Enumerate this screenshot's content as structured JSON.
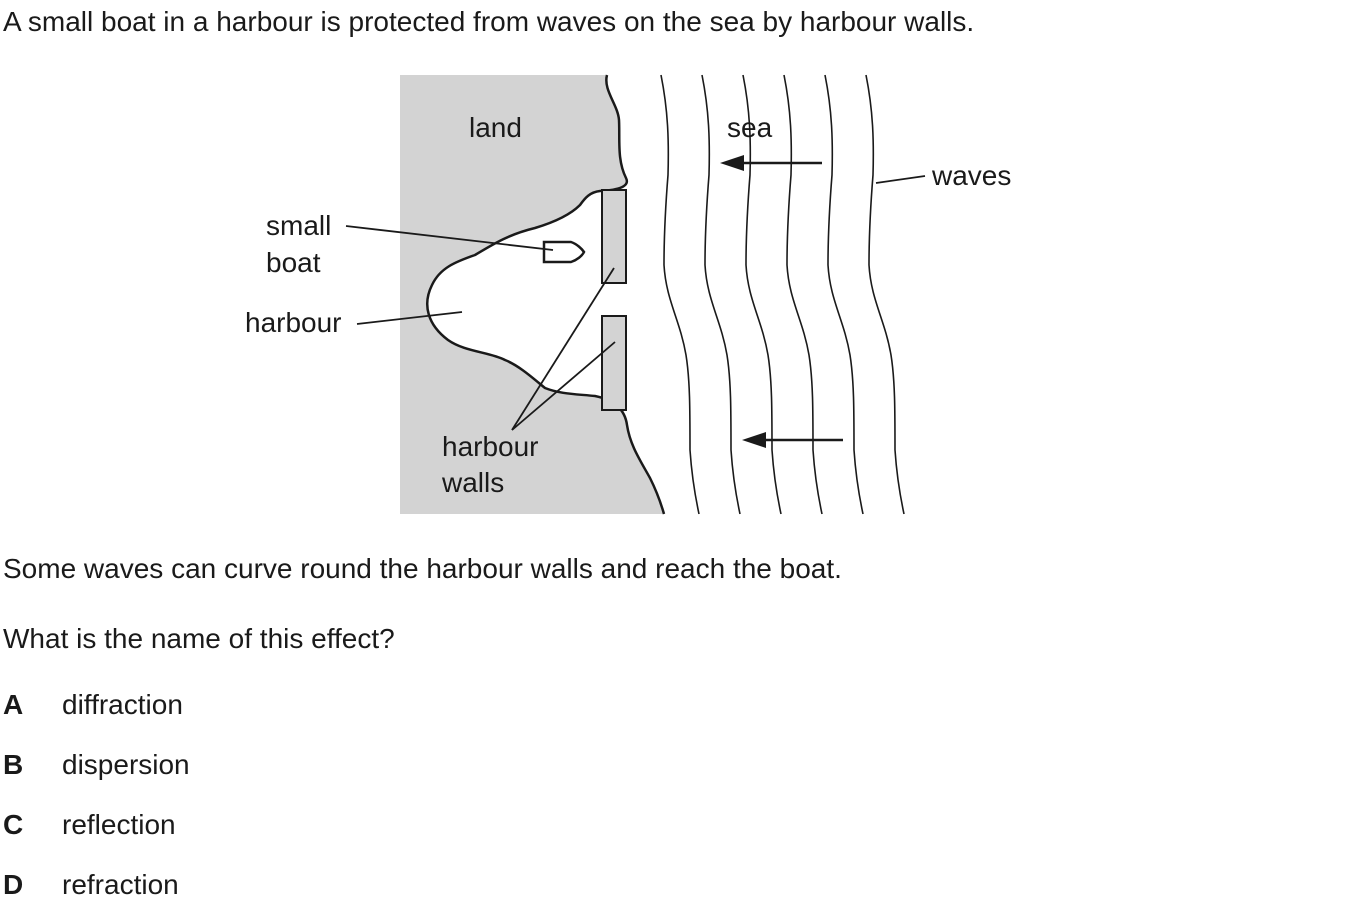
{
  "question": {
    "intro": "A small boat in a harbour is protected from waves on the sea by harbour walls.",
    "statement": "Some waves can curve round the harbour walls and reach the boat.",
    "prompt": "What is the name of this effect?",
    "options": [
      {
        "letter": "A",
        "text": "diffraction"
      },
      {
        "letter": "B",
        "text": "dispersion"
      },
      {
        "letter": "C",
        "text": "reflection"
      },
      {
        "letter": "D",
        "text": "refraction"
      }
    ]
  },
  "diagram": {
    "labels": {
      "land": "land",
      "sea": "sea",
      "waves": "waves",
      "small_boat_line1": "small",
      "small_boat_line2": "boat",
      "harbour": "harbour",
      "harbour_walls_line1": "harbour",
      "harbour_walls_line2": "walls"
    },
    "colors": {
      "land": "#d3d3d3",
      "ink": "#1a1a1a"
    }
  }
}
